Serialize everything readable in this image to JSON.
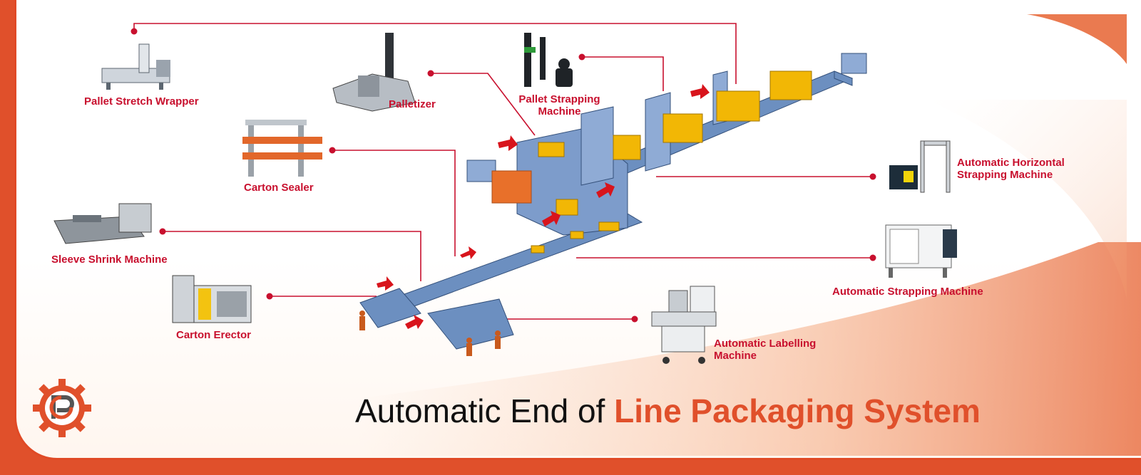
{
  "diagram": {
    "title_part1": "Automatic  End of ",
    "title_part2": "Line Packaging System",
    "colors": {
      "accent": "#e0502b",
      "label": "#c8102e",
      "leader": "#c8102e",
      "conveyor": "#5b7fb0",
      "carton": "#f2b705"
    },
    "labels": {
      "pallet_stretch_wrapper": "Pallet Stretch Wrapper",
      "palletizer": "Palletizer",
      "pallet_strapping_l1": "Pallet Strapping",
      "pallet_strapping_l2": "Machine",
      "carton_sealer": "Carton Sealer",
      "sleeve_shrink": "Sleeve Shrink Machine",
      "carton_erector": "Carton Erector",
      "auto_horizontal_l1": "Automatic Horizontal",
      "auto_horizontal_l2": "Strapping Machine",
      "auto_strapping": "Automatic Strapping Machine",
      "auto_labelling_l1": "Automatic Labelling",
      "auto_labelling_l2": "Machine"
    },
    "logo_icon": "gear-logo-icon"
  }
}
